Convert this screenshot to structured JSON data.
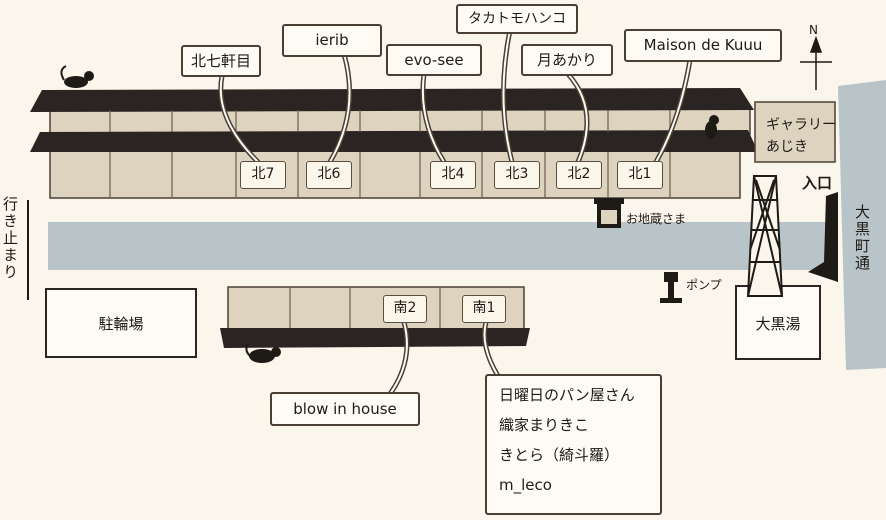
{
  "north_label": "N",
  "shop_labels": {
    "kita7": "北七軒目",
    "ierib": "ierib",
    "evosee": "evo-see",
    "takato": "タカトモハンコ",
    "tsuki": "月あかり",
    "maison": "Maison de Kuuu",
    "blow": "blow in house"
  },
  "units": {
    "kita7": "北7",
    "kita6": "北6",
    "kita4": "北4",
    "kita3": "北3",
    "kita2": "北2",
    "kita1": "北1",
    "minami2": "南2",
    "minami1": "南1"
  },
  "minami1_shops": [
    "日曜日のパン屋さん",
    "織家まりきこ",
    "きとら（綺斗羅）",
    "m_leco"
  ],
  "places": {
    "gallery_line1": "ギャラリー",
    "gallery_line2": "あじき",
    "entrance": "入口",
    "street": "大黒町通",
    "dead_end": "行き止まり",
    "jizo": "お地蔵さま",
    "pump": "ポンプ",
    "bicycle_parking": "駐輪場",
    "daikokuyu": "大黒湯"
  },
  "colors": {
    "road": "#b9c4c8",
    "roof": "#2a2522",
    "wall": "#ddd3bf",
    "outline": "#4a3f35"
  }
}
